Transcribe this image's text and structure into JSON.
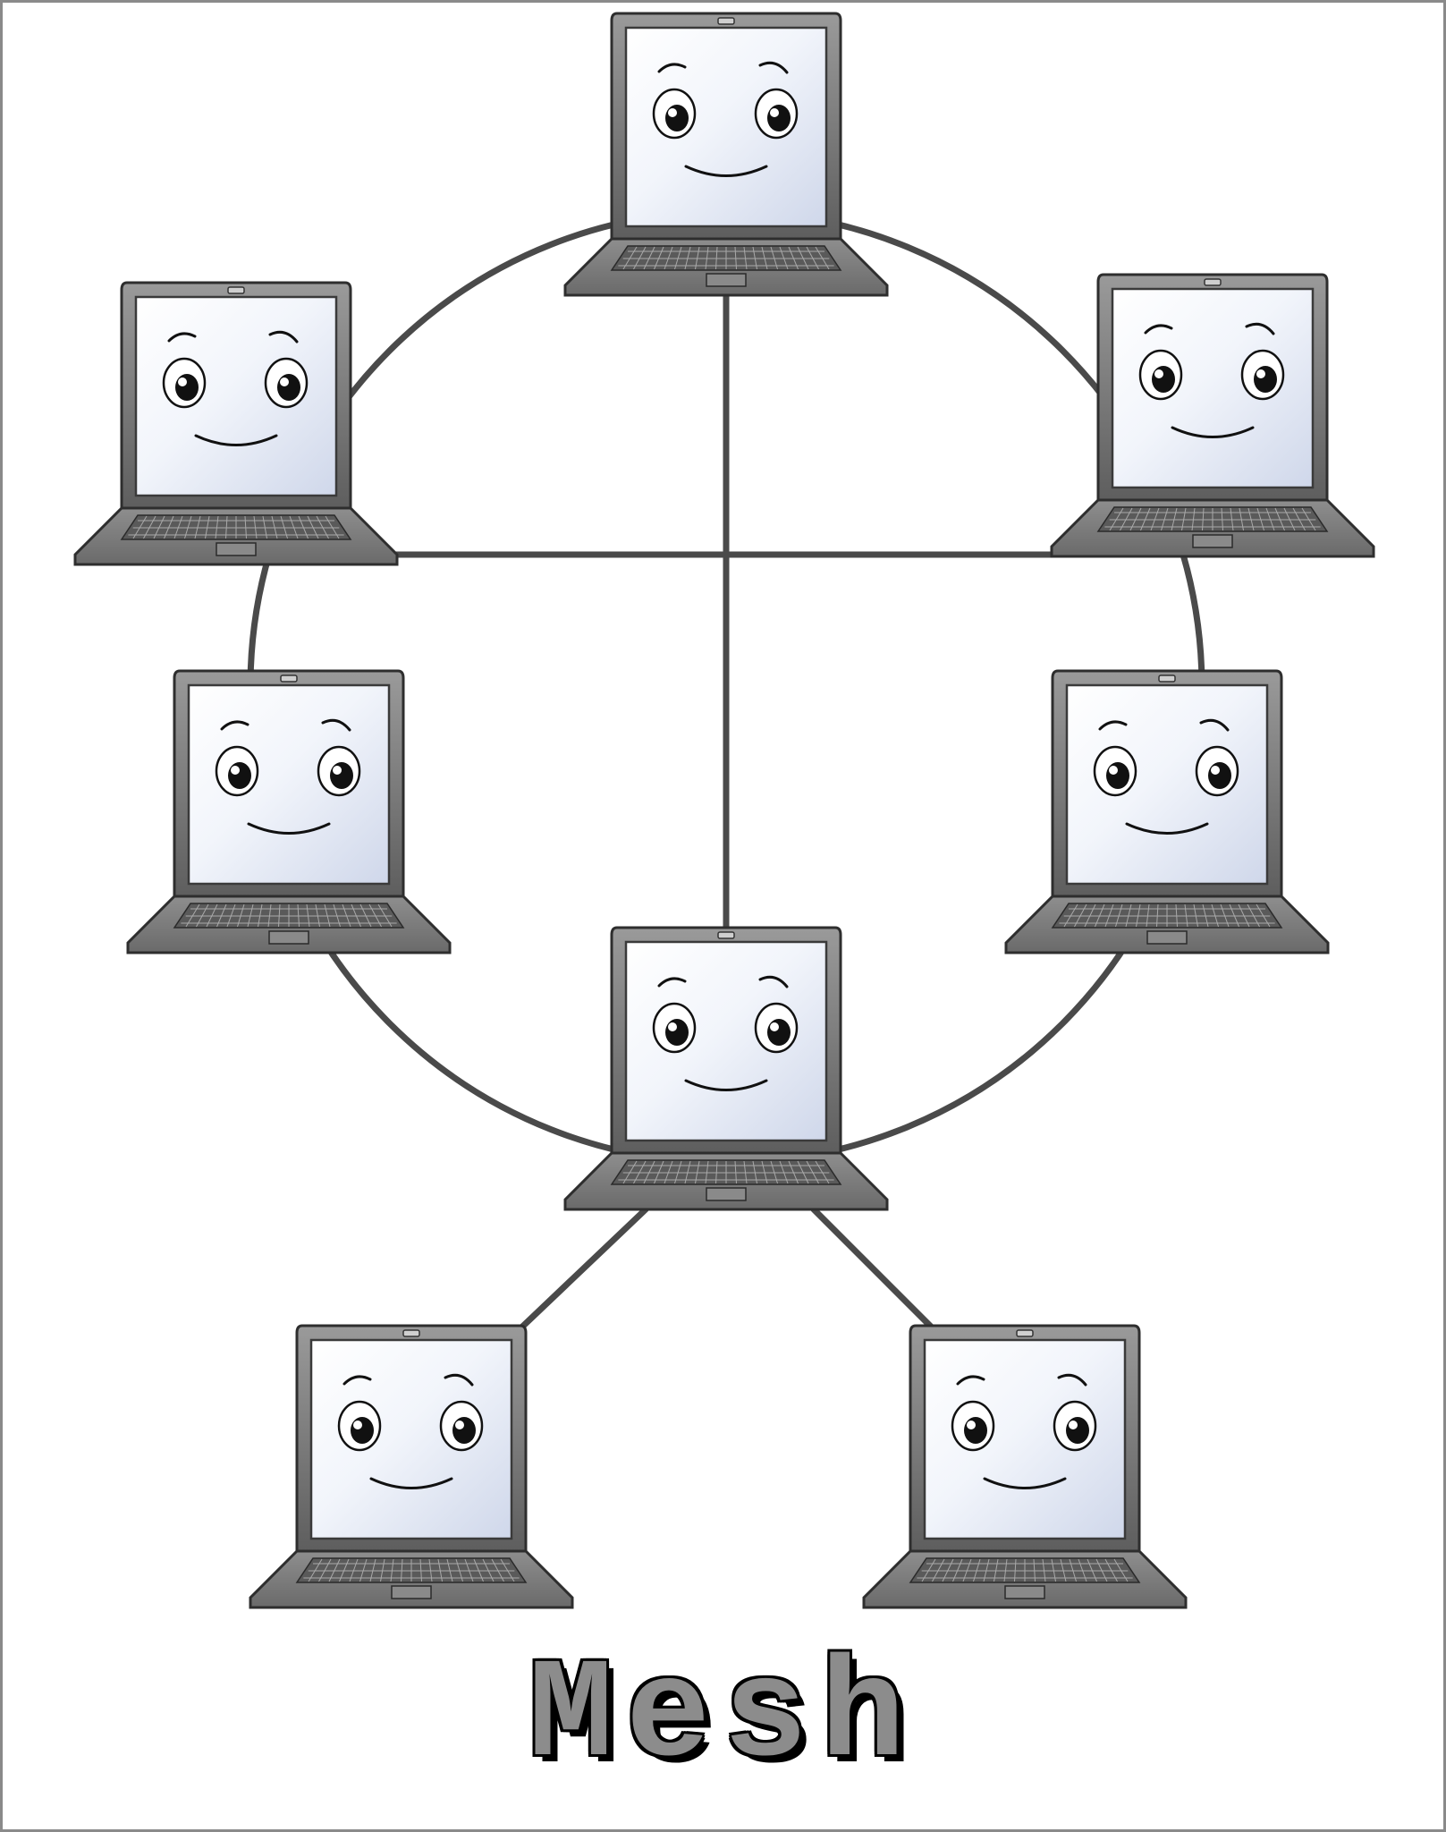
{
  "title": "Mesh",
  "colors": {
    "line": "#4a4a4a",
    "laptop_body": "#7a7a7a",
    "screen": "#e6ebf5",
    "caption": "#8c8c8c"
  },
  "nodes": [
    {
      "id": "laptop-top",
      "icon": "smiling-laptop-icon"
    },
    {
      "id": "laptop-upper-left",
      "icon": "smiling-laptop-icon"
    },
    {
      "id": "laptop-upper-right",
      "icon": "smiling-laptop-icon"
    },
    {
      "id": "laptop-middle-left",
      "icon": "smiling-laptop-icon"
    },
    {
      "id": "laptop-middle-right",
      "icon": "smiling-laptop-icon"
    },
    {
      "id": "laptop-center-bottom",
      "icon": "smiling-laptop-icon"
    },
    {
      "id": "laptop-bottom-left",
      "icon": "smiling-laptop-icon"
    },
    {
      "id": "laptop-bottom-right",
      "icon": "smiling-laptop-icon"
    }
  ],
  "links": [
    [
      "laptop-top",
      "laptop-center-bottom"
    ],
    [
      "laptop-upper-left",
      "laptop-upper-right"
    ],
    [
      "laptop-center-bottom",
      "laptop-bottom-left"
    ],
    [
      "laptop-center-bottom",
      "laptop-bottom-right"
    ]
  ]
}
